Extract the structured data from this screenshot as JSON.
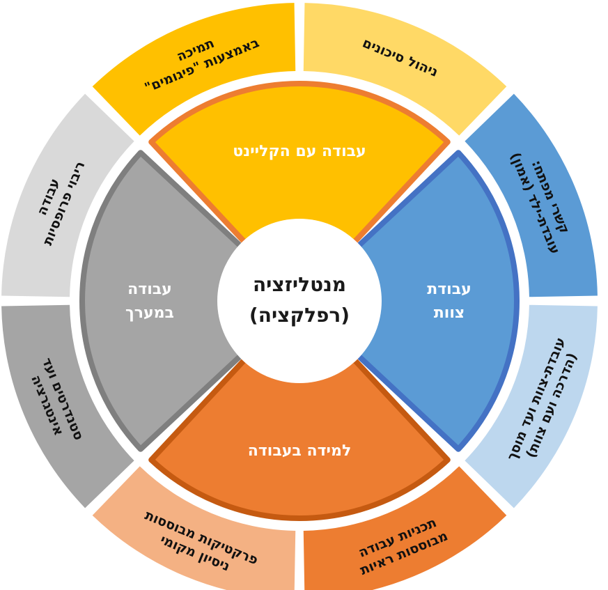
{
  "center": {
    "line1": "מנטליזציה",
    "line2": "(רפלקציה)"
  },
  "inner": [
    {
      "key": "top",
      "lines": [
        "עבודה עם הקליינט"
      ],
      "fill": "#FFC000",
      "stroke": "#ED7D31"
    },
    {
      "key": "right",
      "lines": [
        "עבודת",
        "צוות"
      ],
      "fill": "#5B9BD5",
      "stroke": "#4472C4"
    },
    {
      "key": "bottom",
      "lines": [
        "למידה בעבודה"
      ],
      "fill": "#ED7D31",
      "stroke": "#C55A11"
    },
    {
      "key": "left",
      "lines": [
        "עבודה",
        "במערך"
      ],
      "fill": "#A5A5A5",
      "stroke": "#7F7F7F"
    }
  ],
  "outer": [
    {
      "key": "risk",
      "lines": [
        "ניהול סיכונים"
      ],
      "fill": "#FFD966"
    },
    {
      "key": "parent",
      "lines": [
        "קשרי מפתח:",
        "עובדת-ילד (אמון)"
      ],
      "fill": "#5B9BD5"
    },
    {
      "key": "supervision",
      "lines": [
        "עובדת-צוות ועד מוסך",
        "(הדרכה ועם צוות)"
      ],
      "fill": "#BDD7EE"
    },
    {
      "key": "plans",
      "lines": [
        "תכניות עבודה",
        "מבוססות ראיות"
      ],
      "fill": "#ED7D31"
    },
    {
      "key": "practices",
      "lines": [
        "פרקטיקות מבוססות",
        "ניסיון מקומי"
      ],
      "fill": "#F4B183"
    },
    {
      "key": "system",
      "lines": [
        "סטנדרטים ועד",
        "אינטגרציה"
      ],
      "fill": "#A5A5A5"
    },
    {
      "key": "proposals",
      "lines": [
        "עבודה",
        "ריבוי פרופסיות"
      ],
      "fill": "#D9D9D9"
    },
    {
      "key": "support",
      "lines": [
        "תמיכה",
        "באמצעות \"פיגומים\""
      ],
      "fill": "#FFC000"
    }
  ]
}
